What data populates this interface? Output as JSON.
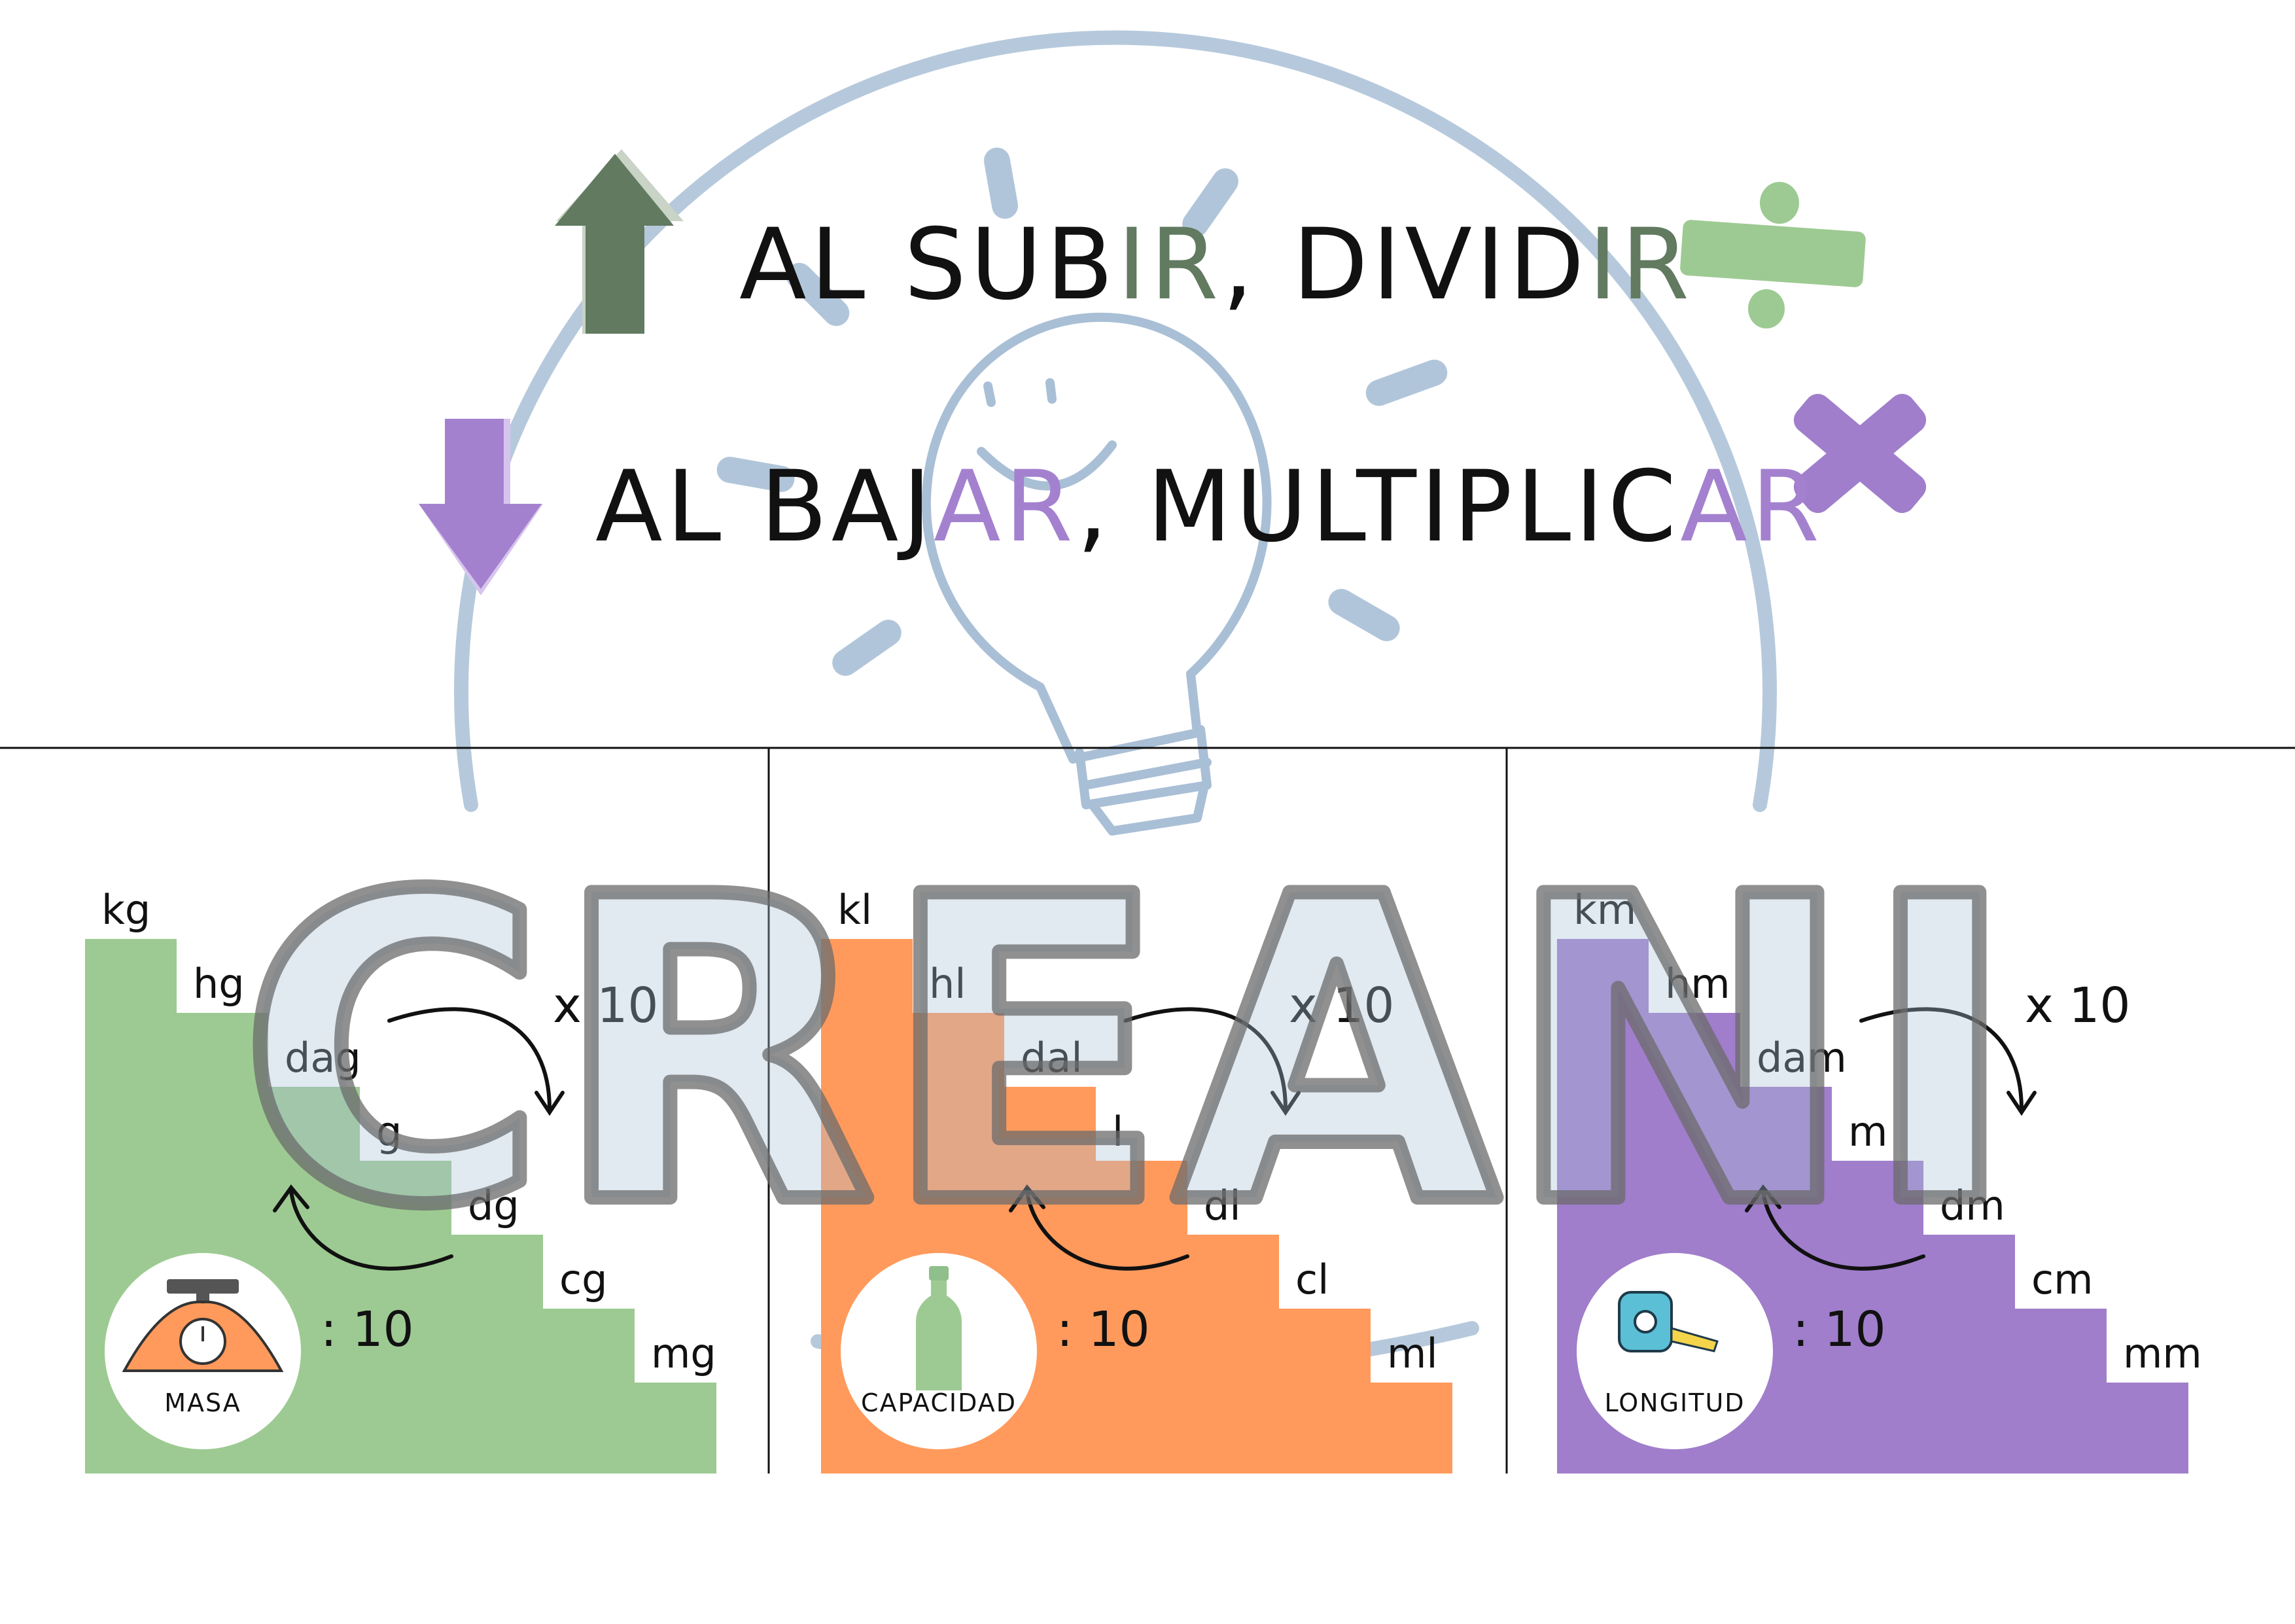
{
  "colors": {
    "green": "#9dca92",
    "orange": "#ff9a5c",
    "purple": "#a07ecb",
    "dark_green_arrow": "#617a60",
    "purple_arrow": "#a481cf",
    "watermark_blue": "#a9bfd6",
    "watermark_grey": "#6b6b6b",
    "text": "#111111"
  },
  "rules": {
    "up": {
      "prefix": "AL SUB",
      "hl1": "IR",
      "mid": ", DIVID",
      "hl2": "IR",
      "icon": "arrow-up-icon",
      "op_icon": "divide-icon"
    },
    "down": {
      "prefix": "AL BAJ",
      "hl1": "AR",
      "mid": ", MULTIPLIC",
      "hl2": "AR",
      "icon": "arrow-down-icon",
      "op_icon": "multiply-icon"
    }
  },
  "panels": [
    {
      "name": "masa",
      "label": "MASA",
      "icon": "scale-icon",
      "color": "green",
      "units": [
        "kg",
        "hg",
        "dag",
        "g",
        "dg",
        "cg",
        "mg"
      ],
      "multiply": "x 10",
      "divide": ": 10"
    },
    {
      "name": "capacidad",
      "label": "CAPACIDAD",
      "icon": "bottle-icon",
      "color": "orange",
      "units": [
        "kl",
        "hl",
        "dal",
        "l",
        "dl",
        "cl",
        "ml"
      ],
      "multiply": "x 10",
      "divide": ": 10"
    },
    {
      "name": "longitud",
      "label": "LONGITUD",
      "icon": "tape-measure-icon",
      "color": "purple",
      "units": [
        "km",
        "hm",
        "dam",
        "m",
        "dm",
        "cm",
        "mm"
      ],
      "multiply": "x 10",
      "divide": ": 10"
    }
  ],
  "watermark": {
    "text": "CREANI",
    "icon": "lightbulb-icon"
  }
}
